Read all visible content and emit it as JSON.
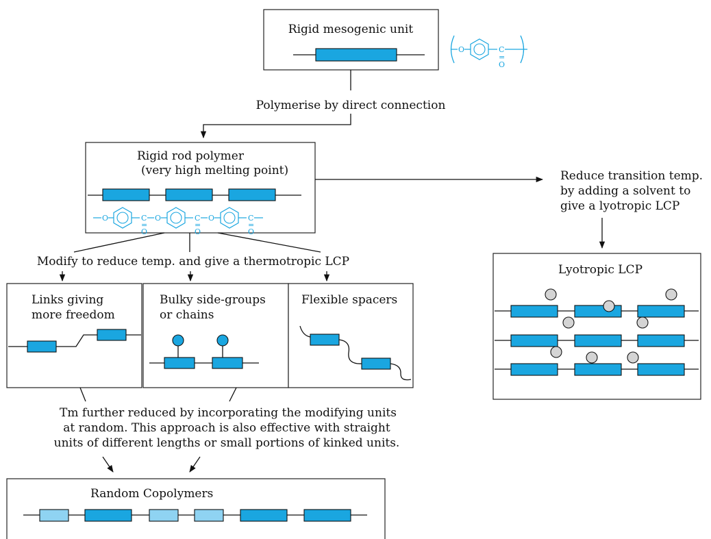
{
  "colors": {
    "rigid_unit": "#1aa6e0",
    "short_unit": "#8fd3f2",
    "solvent_ball": "#d4d4d4",
    "chemistry": "#1aa6e0",
    "lines": "#111111"
  },
  "top_box": {
    "title": "Rigid mesogenic unit"
  },
  "chem": {
    "o": "O",
    "c": "C",
    "dbl": "=",
    "o2": "O"
  },
  "steps": {
    "polymerise": "Polymerise by direct connection",
    "modify": "Modify to reduce temp. and give a thermotropic LCP",
    "lyotropic_note": [
      "Reduce transition temp.",
      "by adding a solvent to",
      "give a lyotropic LCP"
    ],
    "random_note": [
      "Tm further reduced by incorporating the modifying units",
      "at random. This approach is also effective with straight",
      "units of different lengths or small portions of kinked units."
    ]
  },
  "rigid_rod_box": {
    "title_line1": "Rigid rod polymer",
    "title_line2": "(very high melting point)"
  },
  "modifications": [
    {
      "title": [
        "Links giving",
        "more freedom"
      ]
    },
    {
      "title": [
        "Bulky side-groups",
        "or chains"
      ]
    },
    {
      "title": [
        "Flexible spacers"
      ]
    }
  ],
  "lyotropic_box": {
    "title": "Lyotropic LCP"
  },
  "random_box": {
    "title": "Random Copolymers"
  }
}
